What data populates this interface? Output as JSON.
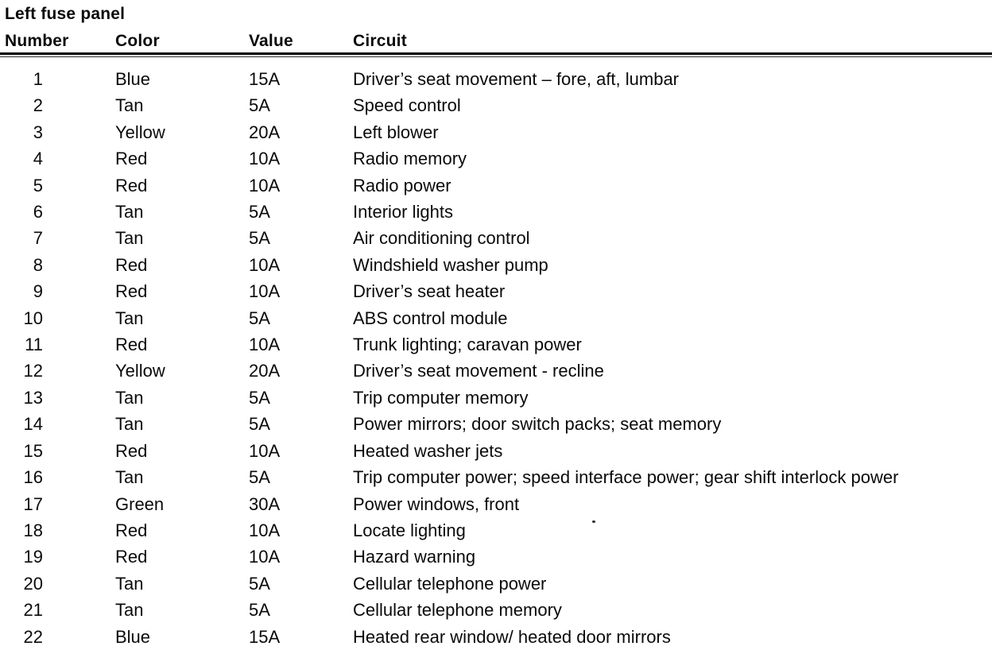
{
  "document": {
    "title": "Left fuse panel",
    "colors": {
      "ink": "#0a0a0a",
      "paper": "#ffffff"
    },
    "table": {
      "columns": [
        "Number",
        "Color",
        "Value",
        "Circuit"
      ],
      "rows": [
        {
          "number": "1",
          "color": "Blue",
          "value": "15A",
          "circuit": "Driver’s seat movement – fore, aft, lumbar"
        },
        {
          "number": "2",
          "color": "Tan",
          "value": "5A",
          "circuit": "Speed control"
        },
        {
          "number": "3",
          "color": "Yellow",
          "value": "20A",
          "circuit": "Left blower"
        },
        {
          "number": "4",
          "color": "Red",
          "value": "10A",
          "circuit": "Radio memory"
        },
        {
          "number": "5",
          "color": "Red",
          "value": "10A",
          "circuit": "Radio power"
        },
        {
          "number": "6",
          "color": "Tan",
          "value": "5A",
          "circuit": "Interior lights"
        },
        {
          "number": "7",
          "color": "Tan",
          "value": "5A",
          "circuit": "Air conditioning control"
        },
        {
          "number": "8",
          "color": "Red",
          "value": "10A",
          "circuit": "Windshield washer pump"
        },
        {
          "number": "9",
          "color": "Red",
          "value": "10A",
          "circuit": "Driver’s seat heater"
        },
        {
          "number": "10",
          "color": "Tan",
          "value": "5A",
          "circuit": "ABS control module"
        },
        {
          "number": "11",
          "color": "Red",
          "value": "10A",
          "circuit": "Trunk lighting; caravan power"
        },
        {
          "number": "12",
          "color": "Yellow",
          "value": "20A",
          "circuit": "Driver’s seat movement - recline"
        },
        {
          "number": "13",
          "color": "Tan",
          "value": "5A",
          "circuit": "Trip computer memory"
        },
        {
          "number": "14",
          "color": "Tan",
          "value": "5A",
          "circuit": "Power mirrors; door switch packs; seat memory"
        },
        {
          "number": "15",
          "color": "Red",
          "value": "10A",
          "circuit": "Heated washer jets"
        },
        {
          "number": "16",
          "color": "Tan",
          "value": "5A",
          "circuit": "Trip computer power; speed interface power; gear shift interlock power"
        },
        {
          "number": "17",
          "color": "Green",
          "value": "30A",
          "circuit": "Power windows, front"
        },
        {
          "number": "18",
          "color": "Red",
          "value": "10A",
          "circuit": "Locate lighting"
        },
        {
          "number": "19",
          "color": "Red",
          "value": "10A",
          "circuit": "Hazard warning"
        },
        {
          "number": "20",
          "color": "Tan",
          "value": "5A",
          "circuit": "Cellular telephone power"
        },
        {
          "number": "21",
          "color": "Tan",
          "value": "5A",
          "circuit": "Cellular telephone memory"
        },
        {
          "number": "22",
          "color": "Blue",
          "value": "15A",
          "circuit": "Heated rear window/ heated door mirrors"
        }
      ]
    }
  }
}
